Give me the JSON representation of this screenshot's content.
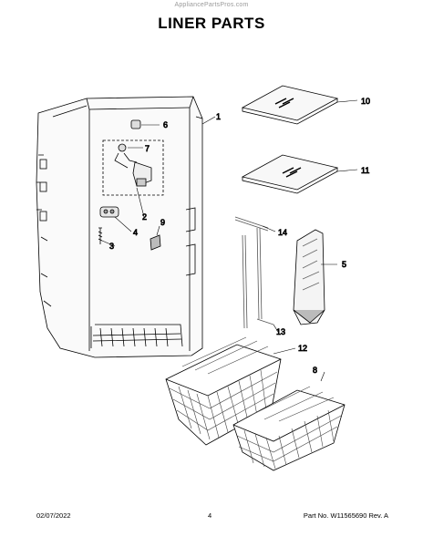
{
  "watermark": "AppliancePartsPros.com",
  "title": "LINER PARTS",
  "callouts": {
    "c1": "1",
    "c2": "2",
    "c3": "3",
    "c4": "4",
    "c5": "5",
    "c6": "6",
    "c7": "7",
    "c8": "8",
    "c9": "9",
    "c10": "10",
    "c11": "11",
    "c12": "12",
    "c13": "13",
    "c14": "14"
  },
  "footer": {
    "date": "02/07/2022",
    "page": "4",
    "part": "Part No. W11565690  Rev. A"
  }
}
